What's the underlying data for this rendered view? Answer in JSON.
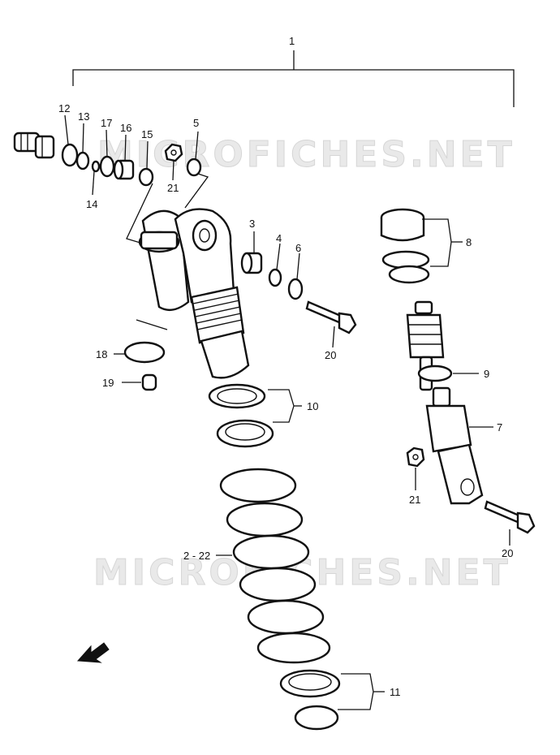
{
  "watermarks": [
    "MICROFICHES.NET",
    "MICROFICHES.NET"
  ],
  "callouts": {
    "c1": "1",
    "c2_22": "2 - 22",
    "c3": "3",
    "c4": "4",
    "c5": "5",
    "c6": "6",
    "c7": "7",
    "c8": "8",
    "c9": "9",
    "c10": "10",
    "c11": "11",
    "c12": "12",
    "c13": "13",
    "c14": "14",
    "c15": "15",
    "c16": "16",
    "c17": "17",
    "c18": "18",
    "c19": "19",
    "c20a": "20",
    "c20b": "20",
    "c21a": "21",
    "c21b": "21"
  },
  "icons": {
    "front_direction": "arrow-icon"
  },
  "colors": {
    "ink": "#111111",
    "watermark": "#e9e9e9"
  }
}
